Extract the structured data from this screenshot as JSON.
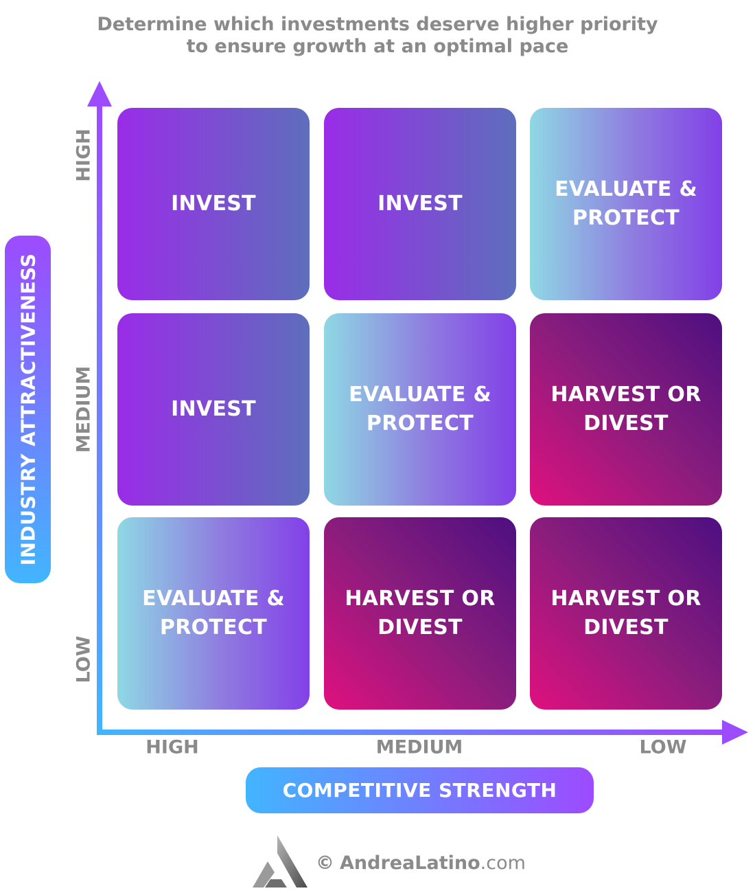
{
  "subtitle": {
    "line1": "Determine which investments deserve higher priority",
    "line2": "to ensure growth at an optimal pace"
  },
  "y_axis": {
    "title": "INDUSTRY ATTRACTIVENESS",
    "levels": [
      "HIGH",
      "MEDIUM",
      "LOW"
    ]
  },
  "x_axis": {
    "title": "COMPETITIVE STRENGTH",
    "levels": [
      "HIGH",
      "MEDIUM",
      "LOW"
    ]
  },
  "matrix": {
    "rows": [
      [
        {
          "label": "INVEST",
          "type": "invest"
        },
        {
          "label": "INVEST",
          "type": "invest"
        },
        {
          "label": "EVALUATE & PROTECT",
          "type": "evaluate"
        }
      ],
      [
        {
          "label": "INVEST",
          "type": "invest"
        },
        {
          "label": "EVALUATE & PROTECT",
          "type": "evaluate"
        },
        {
          "label": "HARVEST OR DIVEST",
          "type": "harvest"
        }
      ],
      [
        {
          "label": "EVALUATE & PROTECT",
          "type": "evaluate"
        },
        {
          "label": "HARVEST OR DIVEST",
          "type": "harvest"
        },
        {
          "label": "HARVEST OR DIVEST",
          "type": "harvest"
        }
      ]
    ]
  },
  "colors": {
    "invest": "#9a2ce8",
    "evaluate": "#8fd8e4",
    "harvest": "#e0107e",
    "axis_start": "#42b5ff",
    "axis_end": "#9d4bff",
    "label_gray": "#8a8a8a"
  },
  "footer": {
    "copyright_symbol": "©",
    "brand": "AndreaLatino",
    "tld": ".com",
    "logo_icon": "triangle-a-logo-icon"
  }
}
